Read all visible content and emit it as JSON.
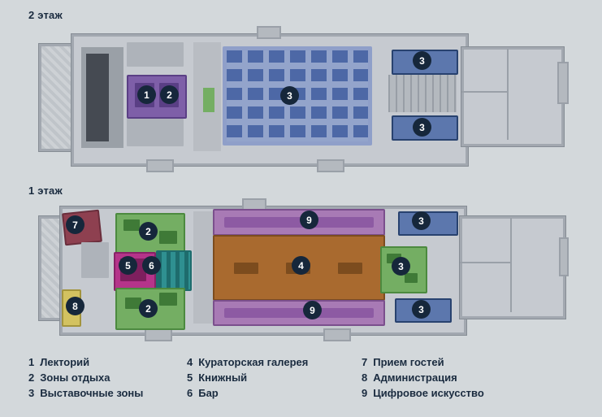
{
  "palette": {
    "background": "#d3d8db",
    "marker_bg": "#16273b",
    "marker_text": "#ffffff",
    "wall_gray": "#a2a8b0",
    "floor_gray": "#c6cad0",
    "exhibition_blue": "#5c77ad",
    "lecture_purple": "#7e5fa8",
    "rest_green": "#74ae63",
    "book_magenta": "#b5348a",
    "bar_teal": "#2f9091",
    "gallery_brown": "#a96a2f",
    "digital_violet": "#a87ab5",
    "reception_maroon": "#8e4050",
    "admin_yellow": "#d3c260"
  },
  "floor2": {
    "label": "2 этаж",
    "markers": [
      {
        "num": "1"
      },
      {
        "num": "2"
      },
      {
        "num": "3"
      },
      {
        "num": "3"
      },
      {
        "num": "3"
      }
    ]
  },
  "floor1": {
    "label": "1 этаж",
    "markers": [
      {
        "num": "7"
      },
      {
        "num": "2"
      },
      {
        "num": "5"
      },
      {
        "num": "6"
      },
      {
        "num": "8"
      },
      {
        "num": "2"
      },
      {
        "num": "9"
      },
      {
        "num": "4"
      },
      {
        "num": "9"
      },
      {
        "num": "3"
      },
      {
        "num": "3"
      },
      {
        "num": "3"
      }
    ]
  },
  "legend": {
    "columns": [
      {
        "items": [
          {
            "num": "1",
            "label": "Лекторий"
          },
          {
            "num": "2",
            "label": "Зоны отдыха"
          },
          {
            "num": "3",
            "label": "Выставочные зоны"
          }
        ]
      },
      {
        "items": [
          {
            "num": "4",
            "label": "Кураторская галерея"
          },
          {
            "num": "5",
            "label": "Книжный"
          },
          {
            "num": "6",
            "label": "Бар"
          }
        ]
      },
      {
        "items": [
          {
            "num": "7",
            "label": "Прием гостей"
          },
          {
            "num": "8",
            "label": "Администрация"
          },
          {
            "num": "9",
            "label": "Цифровое искусство"
          }
        ]
      }
    ]
  }
}
